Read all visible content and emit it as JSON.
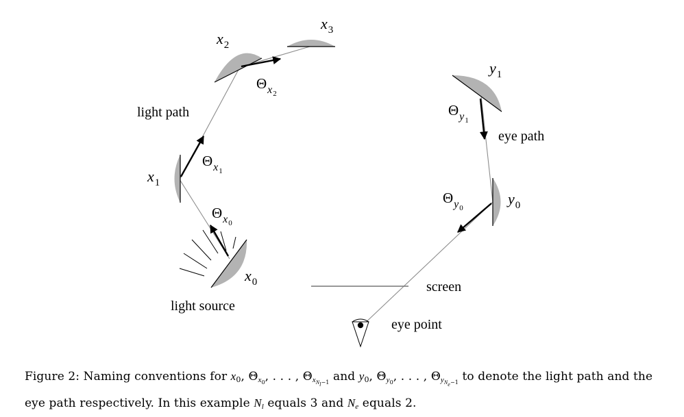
{
  "labels": {
    "light_path": "light path",
    "light_source": "light source",
    "eye_path": "eye path",
    "screen": "screen",
    "eye_point": "eye point"
  },
  "symbols": {
    "x0": {
      "base": "x",
      "sub": "0"
    },
    "x1": {
      "base": "x",
      "sub": "1"
    },
    "x2": {
      "base": "x",
      "sub": "2"
    },
    "x3": {
      "base": "x",
      "sub": "3"
    },
    "y0": {
      "base": "y",
      "sub": "0"
    },
    "y1": {
      "base": "y",
      "sub": "1"
    },
    "theta_x0": {
      "base": "Θ",
      "sub": "x",
      "subsub": "0"
    },
    "theta_x1": {
      "base": "Θ",
      "sub": "x",
      "subsub": "1"
    },
    "theta_x2": {
      "base": "Θ",
      "sub": "x",
      "subsub": "2"
    },
    "theta_y0": {
      "base": "Θ",
      "sub": "y",
      "subsub": "0"
    },
    "theta_y1": {
      "base": "Θ",
      "sub": "y",
      "subsub": "1"
    }
  },
  "caption": {
    "prefix": "Figure 2:",
    "t1": " Naming conventions for ",
    "t2": " to denote the light path and the eye path respectively. In this example ",
    "t3": " equals 3 and ",
    "t4": " equals 2.",
    "Nl": "N",
    "Nl_sub": "l",
    "Ne": "N",
    "Ne_sub": "e"
  },
  "colors": {
    "surface_fill": "#b3b3b3",
    "path_line": "#8c8c8c",
    "arrow": "#000000"
  }
}
